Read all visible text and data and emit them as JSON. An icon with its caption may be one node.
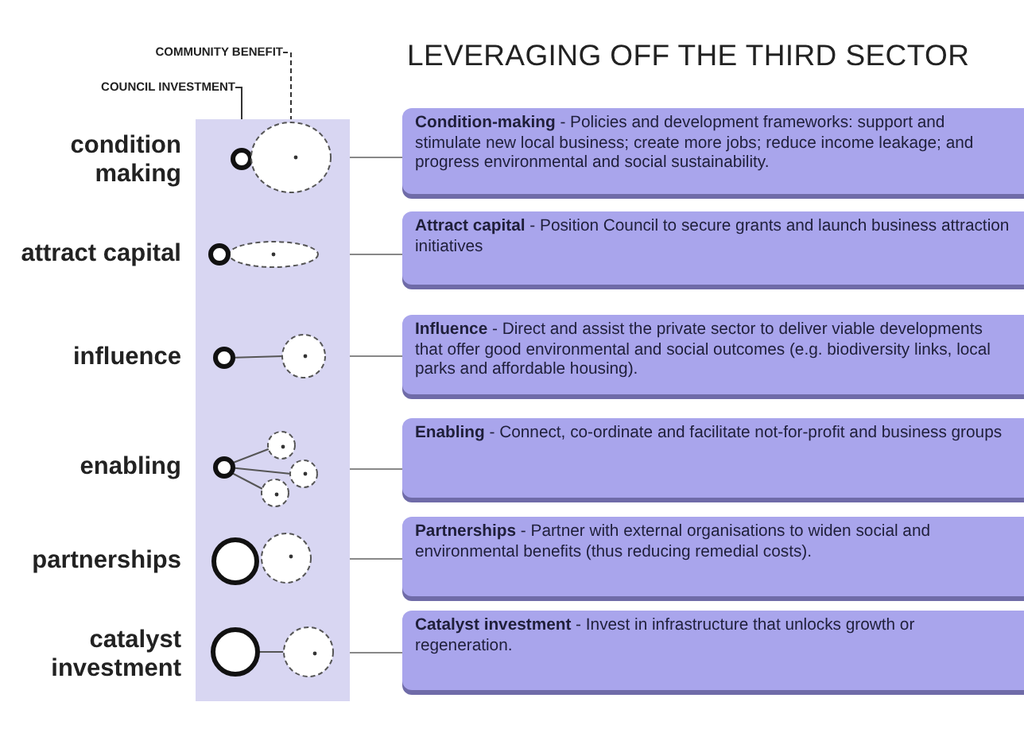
{
  "diagram": {
    "title": "LEVERAGING OFF THE THIRD SECTOR",
    "nodes": [
      {
        "text": [
          "COMMUNITY BENEFIT"
        ]
      },
      {
        "text": [
          "COUNCIL INVESTMENT"
        ]
      },
      {
        "text": [],
        "shape": "bar"
      },
      {
        "text": [],
        "shape": "circle",
        "in": 2
      },
      {
        "text": [],
        "shape": "circle",
        "in": 2
      },
      {
        "text": [
          "**Condition-making** - Policies and development frameworks: support and stimulate new local business; create more jobs; reduce income leakage; and progress environmental and social sustainability."
        ]
      },
      {
        "text": [],
        "shape": "picture",
        "in": 2
      },
      {
        "text": [
          "**Attract capital** - Position Council to secure grants and launch business attraction initiatives"
        ]
      },
      {
        "text": [],
        "shape": "picture",
        "in": 2
      },
      {
        "text": [
          "**Influence** - Direct and assist the private sector to deliver viable developments that offer good environmental and social outcomes (e.g. biodiversity links, local parks and affordable housing)."
        ]
      },
      {
        "text": [],
        "shape": "picture",
        "in": 2
      },
      {
        "text": [
          "**Enabling** - Connect, co-ordinate and facilitate not-for-profit and business groups"
        ]
      },
      {
        "text": [],
        "shape": "picture",
        "in": 2
      },
      {
        "text": [
          "**Partnerships** - Partner with external organisations to widen social and environmental benefits (thus reducing remedial costs)."
        ]
      },
      {
        "text": [],
        "shape": "picture",
        "in": 2
      },
      {
        "text": [
          "**Catalyst investment** - Invest in infrastructure that unlocks growth or regeneration."
        ]
      }
    ],
    "edges": [
      {
        "from": 0,
        "to": 4,
        "arrow": "none",
        "style": "dashed"
      },
      {
        "from": 1,
        "to": 3,
        "arrow": "none"
      },
      {
        "from": 4,
        "to": 5,
        "arrow": "none"
      },
      {
        "from": 6,
        "to": 7,
        "arrow": "none"
      },
      {
        "from": 8,
        "to": 9,
        "arrow": "none"
      },
      {
        "from": 10,
        "to": 11,
        "arrow": "none"
      },
      {
        "from": 12,
        "to": 13,
        "arrow": "none"
      },
      {
        "from": 14,
        "to": 15,
        "arrow": "none"
      }
    ],
    "labels": [
      "condition making",
      "attract capital",
      "influence",
      "enabling",
      "partnerships",
      "catalyst investment"
    ]
  }
}
